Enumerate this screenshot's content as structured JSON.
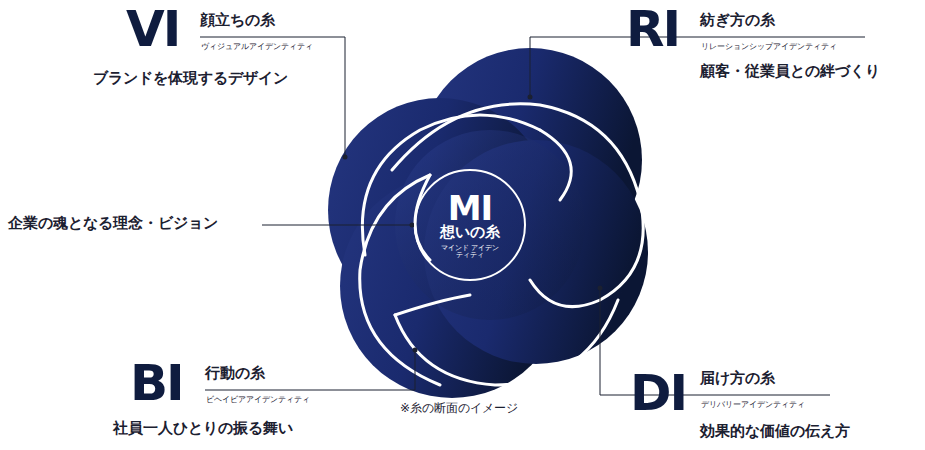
{
  "diagram": {
    "nodes": [
      {
        "text": [
          "MI",
          "想いの糸",
          "マインド アイデンティティ"
        ]
      }
    ],
    "labels": [
      "VI",
      "顔立ちの糸",
      "ヴィジュアルアイデンティティ",
      "ブランドを体現するデザイン",
      "RI",
      "紡ぎ方の糸",
      "リレーションシップアイデンティティ",
      "顧客・従業員との絆づくり",
      "企業の魂となる理念・ビジョン",
      "BI",
      "行動の糸",
      "ビヘイビアアイデンティティ",
      "社員一人ひとりの振る舞い",
      "DI",
      "届け方の糸",
      "デリバリーアイデンティティ",
      "効果的な価値の伝え方",
      "※糸の断面のイメージ"
    ]
  }
}
